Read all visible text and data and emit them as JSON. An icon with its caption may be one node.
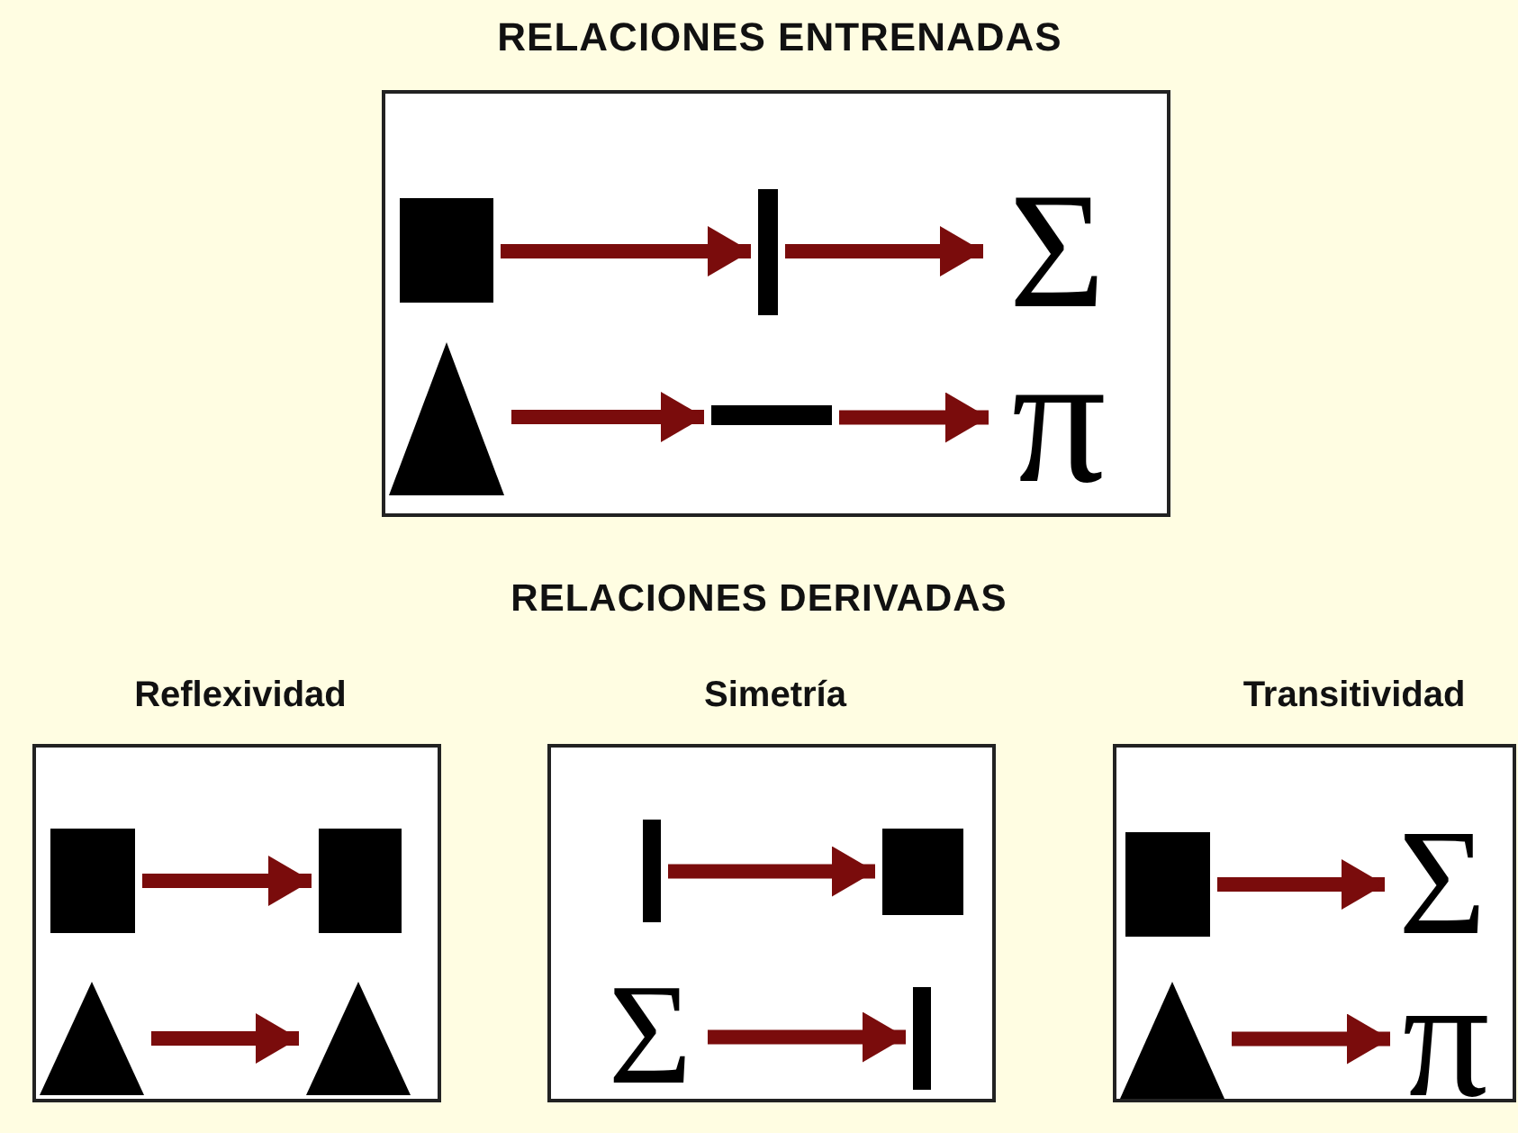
{
  "diagram": {
    "nodes": [
      {
        "text": [
          "RELACIONES ENTRENADAS"
        ]
      },
      {
        "text": [],
        "shape": "box",
        "in": 0
      },
      {
        "text": [],
        "shape": "bar",
        "in": 0
      },
      {
        "text": [
          "Σ"
        ],
        "in": 0
      },
      {
        "text": [],
        "shape": "triangle",
        "in": 0
      },
      {
        "text": [],
        "shape": "bar",
        "in": 0
      },
      {
        "text": [
          "π"
        ],
        "in": 0
      },
      {
        "text": [
          "Reflexividad"
        ]
      },
      {
        "text": [],
        "shape": "box",
        "in": 7
      },
      {
        "text": [],
        "shape": "box",
        "in": 7
      },
      {
        "text": [],
        "shape": "triangle",
        "in": 7
      },
      {
        "text": [],
        "shape": "triangle",
        "in": 7
      },
      {
        "text": [
          "Simetría"
        ]
      },
      {
        "text": [],
        "shape": "bar",
        "in": 12
      },
      {
        "text": [],
        "shape": "box",
        "in": 12
      },
      {
        "text": [
          "Σ"
        ],
        "in": 12
      },
      {
        "text": [],
        "shape": "bar",
        "in": 12
      },
      {
        "text": [
          "Transitividad"
        ]
      },
      {
        "text": [],
        "shape": "box",
        "in": 17
      },
      {
        "text": [
          "Σ"
        ],
        "in": 17
      },
      {
        "text": [],
        "shape": "triangle",
        "in": 17
      },
      {
        "text": [
          "π"
        ],
        "in": 17
      }
    ],
    "edges": [
      {
        "from": 1,
        "to": 2,
        "arrow": "to"
      },
      {
        "from": 2,
        "to": 3,
        "arrow": "to"
      },
      {
        "from": 4,
        "to": 5,
        "arrow": "to"
      },
      {
        "from": 5,
        "to": 6,
        "arrow": "to"
      },
      {
        "from": 8,
        "to": 9,
        "arrow": "to"
      },
      {
        "from": 10,
        "to": 11,
        "arrow": "to"
      },
      {
        "from": 13,
        "to": 14,
        "arrow": "to"
      },
      {
        "from": 15,
        "to": 16,
        "arrow": "to"
      },
      {
        "from": 18,
        "to": 19,
        "arrow": "to"
      },
      {
        "from": 20,
        "to": 21,
        "arrow": "to"
      }
    ],
    "labels": [
      "RELACIONES DERIVADAS"
    ]
  }
}
